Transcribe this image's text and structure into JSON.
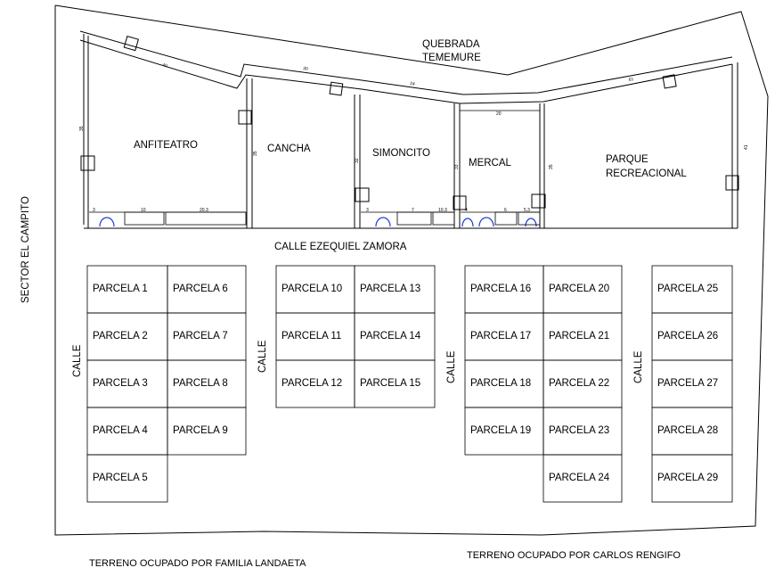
{
  "labels": {
    "creek_line1": "QUEBRADA",
    "creek_line2": "TEMEMURE",
    "street_main": "CALLE EZEQUIEL ZAMORA",
    "sector": "SECTOR EL CAMPITO",
    "calle": "CALLE",
    "owner_left": "TERRENO  OCUPADO POR FAMILIA LANDAETA",
    "owner_right": "TERRENO  OCUPADO POR CARLOS RENGIFO"
  },
  "buildings": {
    "anfiteatro": "ANFITEATRO",
    "cancha": "CANCHA",
    "simoncito": "SIMONCITO",
    "mercal": "MERCAL",
    "parque_line1": "PARQUE",
    "parque_line2": "RECREACIONAL"
  },
  "dimensions": {
    "top": [
      "40",
      "30",
      "24",
      "20",
      "61"
    ],
    "side": [
      "35",
      "35",
      "32",
      "33",
      "35",
      "41"
    ],
    "bottom": [
      "3",
      "10",
      "20.3",
      "3",
      "7",
      "10.3",
      "4",
      "6",
      "5.3"
    ]
  },
  "parcels": [
    "PARCELA 1",
    "PARCELA 2",
    "PARCELA 3",
    "PARCELA 4",
    "PARCELA 5",
    "PARCELA 6",
    "PARCELA 7",
    "PARCELA 8",
    "PARCELA 9",
    "PARCELA 10",
    "PARCELA 11",
    "PARCELA 12",
    "PARCELA 13",
    "PARCELA 14",
    "PARCELA 15",
    "PARCELA 16",
    "PARCELA 17",
    "PARCELA 18",
    "PARCELA 19",
    "PARCELA 20",
    "PARCELA 21",
    "PARCELA 22",
    "PARCELA 23",
    "PARCELA 24",
    "PARCELA 25",
    "PARCELA 26",
    "PARCELA 27",
    "PARCELA 28",
    "PARCELA 29"
  ]
}
